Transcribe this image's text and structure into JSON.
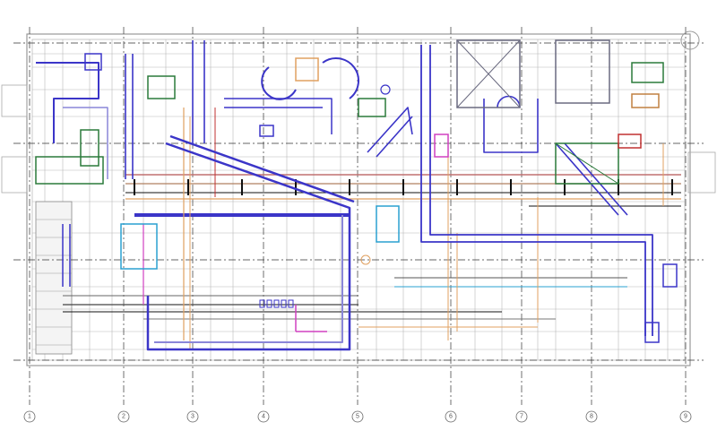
{
  "drawing": {
    "grid_labels": [
      "1",
      "2",
      "3",
      "4",
      "5",
      "6",
      "7",
      "8",
      "9"
    ],
    "colors": {
      "structure": "#b8b8b8",
      "gridline": "#333333",
      "supply_duct": "#3b35c8",
      "return_duct": "#8a86d8",
      "exhaust_duct": "#2a7a3a",
      "piping_orange": "#e0a060",
      "piping_cyan": "#2aa0d0",
      "piping_magenta": "#d040c0",
      "piping_red": "#c03030",
      "piping_black": "#111111"
    }
  }
}
